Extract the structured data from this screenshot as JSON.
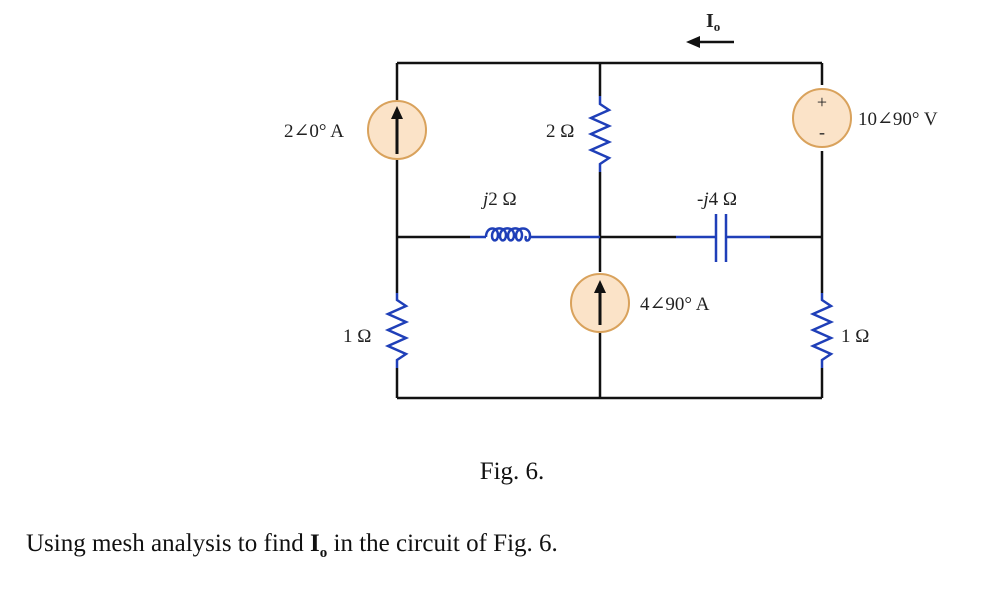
{
  "current_label": {
    "main": "I",
    "sub": "o"
  },
  "components": {
    "current_source_left": "2∠0° A",
    "resistor_top_mid": "2 Ω",
    "voltage_source": "10∠90° V",
    "inductor_label_prefix": "j",
    "inductor_label_rest": "2 Ω",
    "capacitor_label_prefix": "-j",
    "capacitor_label_rest": "4 Ω",
    "current_source_mid": "4∠90° A",
    "resistor_bottom_left": "1 Ω",
    "resistor_bottom_right": "1 Ω",
    "plus_sign": "+",
    "minus_sign": "-"
  },
  "caption": "Fig. 6.",
  "question": {
    "before": "Using mesh analysis to find ",
    "symbol_main": "I",
    "symbol_sub": "o",
    "after": " in the circuit of Fig. 6."
  },
  "colors": {
    "wire": "#111111",
    "component": "#1f3fb8",
    "source_fill": "#fbe3c8",
    "source_stroke": "#d9a25c"
  }
}
